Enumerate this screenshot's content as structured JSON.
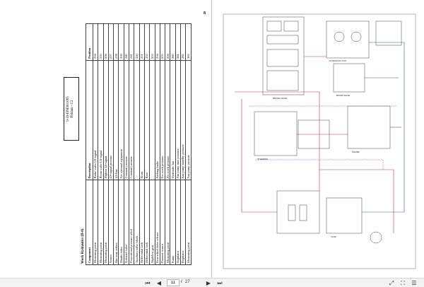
{
  "left_page": {
    "page_number": "8",
    "doc_title_line1": "9-19-ENE001005",
    "doc_title_line2": "Fiddata - C2",
    "section_title": "Work Hydraulics (D-0)",
    "table": {
      "headers": [
        "Component",
        "Description",
        "Position"
      ],
      "rows": [
        [
          "Measuring point",
          "Brake-valve LS-signal",
          "234"
        ],
        [
          "Measuring point",
          "Boom valve LS-signal",
          "235"
        ],
        [
          "Measuring point",
          "Highest LS-signal",
          "236"
        ],
        [
          "Sensor",
          "LS-signal pressure",
          "237"
        ],
        [
          "One-way orifice",
          "LS-line",
          "238"
        ],
        [
          "Shuttle valve",
          "For optional equipment",
          "239"
        ],
        [
          "Solenoid valve",
          "Constant pressure",
          "240"
        ],
        [
          "Proportional pressure relief",
          "Constant pressure",
          "241"
        ],
        [
          "Auxiliary valve block",
          "",
          "250"
        ],
        [
          "Differential lock",
          "Front",
          "251"
        ],
        [
          "Differential lock",
          "Rear",
          "252"
        ],
        [
          "High/low gear",
          "",
          "253"
        ],
        [
          "Rear-wheel drive release",
          "Parking brake",
          "254"
        ],
        [
          "Pressure sensor",
          "For work pressure",
          "255"
        ],
        [
          "Measuring point",
          "For work pressure",
          "256"
        ],
        [
          "Pump",
          "Hydraulic fan",
          "260"
        ],
        [
          "Regulator",
          "Fan pump max pressure",
          "261"
        ],
        [
          "Regulator",
          "Fan pump standby pressure",
          "262"
        ],
        [
          "Measuring point",
          "Fan pump pressure",
          "263"
        ]
      ]
    }
  },
  "right_page": {
    "labels": [
      "BRAKE VALVE",
      "HYDRAULIC FAN",
      "BOOM VALVE",
      "STEERING",
      "FRAME",
      "TANK"
    ]
  },
  "toolbar": {
    "first_icon": "first-page-icon",
    "prev_icon": "prev-page-icon",
    "current_page": "11",
    "separator": "/",
    "total_pages": "27",
    "next_icon": "next-page-icon",
    "last_icon": "last-page-icon",
    "fit_icon": "fit-page-icon",
    "fullscreen_icon": "fullscreen-icon",
    "menu_icon": "menu-icon"
  },
  "colors": {
    "pressure_line": "#c0334d",
    "return_line": "#3a55b5",
    "pilot_line": "#9a5b9e",
    "drain_line": "#444444"
  }
}
